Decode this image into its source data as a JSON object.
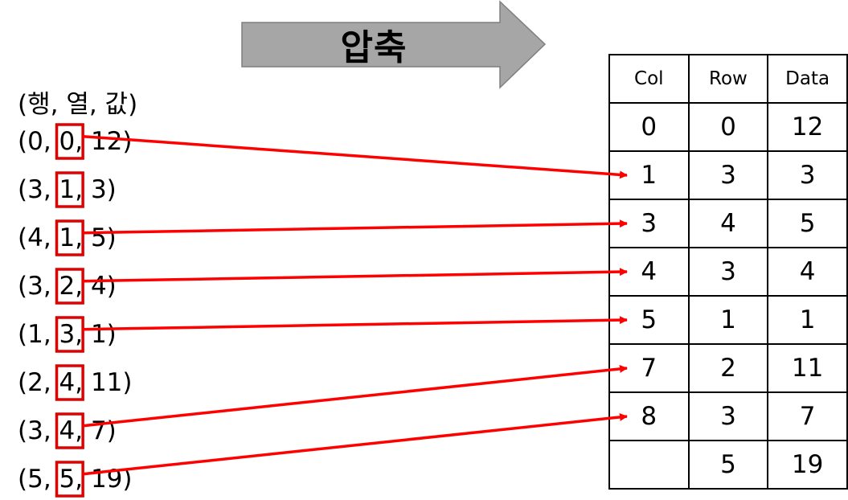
{
  "arrow": {
    "label": "압축",
    "fill": "#a6a6a6",
    "stroke": "#7f7f7f"
  },
  "tuples": {
    "header": "(행, 열, 값)",
    "rows": [
      {
        "pre": "(0, ",
        "col": "0,",
        "post": " 12)"
      },
      {
        "pre": "(3, ",
        "col": "1,",
        "post": " 3)"
      },
      {
        "pre": "(4, ",
        "col": "1,",
        "post": " 5)"
      },
      {
        "pre": "(3, ",
        "col": "2,",
        "post": " 4)"
      },
      {
        "pre": "(1, ",
        "col": "3,",
        "post": " 1)"
      },
      {
        "pre": "(2, ",
        "col": "4,",
        "post": " 11)"
      },
      {
        "pre": "(3, ",
        "col": "4,",
        "post": " 7)"
      },
      {
        "pre": "(5, ",
        "col": "5,",
        "post": " 19)"
      }
    ]
  },
  "table": {
    "headers": [
      "Col",
      "Row",
      "Data"
    ],
    "rows": [
      [
        "0",
        "0",
        "12"
      ],
      [
        "1",
        "3",
        "3"
      ],
      [
        "3",
        "4",
        "5"
      ],
      [
        "4",
        "3",
        "4"
      ],
      [
        "5",
        "1",
        "1"
      ],
      [
        "7",
        "2",
        "11"
      ],
      [
        "8",
        "3",
        "7"
      ],
      [
        "",
        "5",
        "19"
      ]
    ]
  },
  "colors": {
    "highlight": "#e00000",
    "link": "#ff0000"
  },
  "links": [
    {
      "from_row": 0,
      "to_row": 1
    },
    {
      "from_row": 2,
      "to_row": 2
    },
    {
      "from_row": 3,
      "to_row": 3
    },
    {
      "from_row": 4,
      "to_row": 4
    },
    {
      "from_row": 6,
      "to_row": 5
    },
    {
      "from_row": 7,
      "to_row": 6
    }
  ]
}
